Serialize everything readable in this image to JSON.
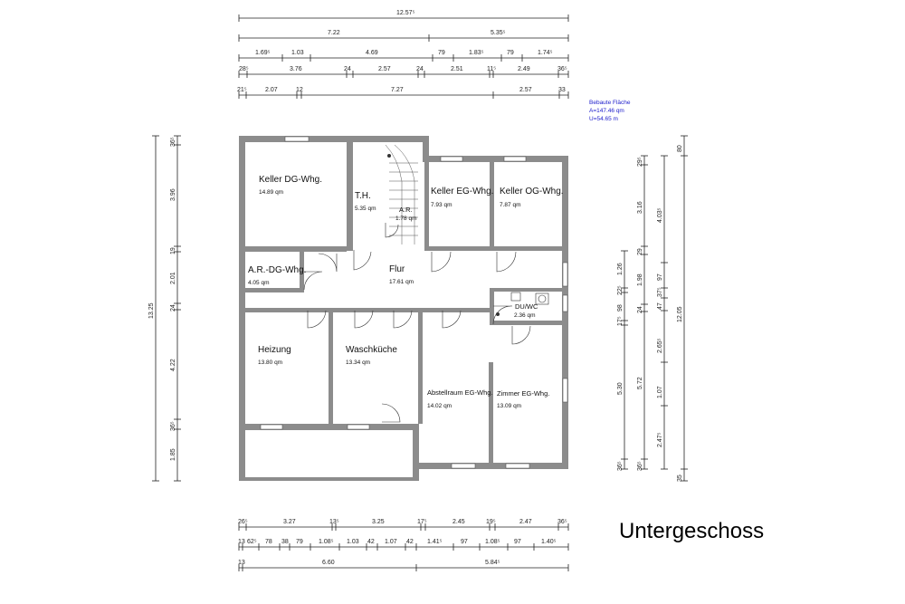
{
  "title": "Untergeschoss",
  "info": {
    "line1": "Bebaute Fläche",
    "line2": "A=147.46 qm",
    "line3": "U=54.65 m"
  },
  "rooms": [
    {
      "id": "keller-dg",
      "name": "Keller DG-Whg.",
      "area": "14.89 qm"
    },
    {
      "id": "th",
      "name": "T.H.",
      "area": "5.35 qm"
    },
    {
      "id": "ar-small",
      "name": "A.R.",
      "area": "1.78 qm"
    },
    {
      "id": "keller-eg",
      "name": "Keller EG-Whg.",
      "area": "7.93 qm"
    },
    {
      "id": "keller-og",
      "name": "Keller OG-Whg.",
      "area": "7.87 qm"
    },
    {
      "id": "ar-dg",
      "name": "A.R.-DG-Whg.",
      "area": "4.05 qm"
    },
    {
      "id": "flur",
      "name": "Flur",
      "area": "17.61 qm"
    },
    {
      "id": "duwc",
      "name": "DU/WC",
      "area": "2.36 qm"
    },
    {
      "id": "heizung",
      "name": "Heizung",
      "area": "13.80 qm"
    },
    {
      "id": "waschkueche",
      "name": "Waschküche",
      "area": "13.34 qm"
    },
    {
      "id": "abstellraum",
      "name": "Abstellraum EG-Whg.",
      "area": "14.02 qm"
    },
    {
      "id": "zimmer-eg",
      "name": "Zimmer EG-Whg.",
      "area": "13.09 qm"
    }
  ],
  "dims_top": {
    "row1": [
      "12.57⁵"
    ],
    "row2": [
      "7.22",
      "5.35⁵"
    ],
    "row3": [
      "1.69⁵",
      "1.03",
      "4.69",
      "79",
      "1.83⁵",
      "79",
      "1.74⁵"
    ],
    "row4": [
      "28⁵",
      "3.76",
      "24",
      "2.57",
      "24",
      "2.51",
      "11⁵",
      "2.49",
      "36⁵"
    ],
    "row5": [
      "21⁵",
      "2.07",
      "12",
      "7.27",
      "2.57",
      "33"
    ]
  },
  "dims_bottom": {
    "row1": [
      "26⁵",
      "3.27",
      "13⁵",
      "3.25",
      "17⁵",
      "2.45",
      "19⁵",
      "2.47",
      "36⁵"
    ],
    "row2": [
      "13",
      "62⁵",
      "78",
      "38",
      "79",
      "1.08⁵",
      "1.03",
      "42",
      "1.07",
      "42",
      "1.41⁵",
      "97",
      "1.08⁵",
      "97",
      "1.40⁵"
    ],
    "row3": [
      "13",
      "6.60",
      "5.84⁵"
    ]
  },
  "dims_left": {
    "row1": [
      "13.25"
    ],
    "row2": [
      "36⁵",
      "3.96",
      "19",
      "2.01",
      "24",
      "4.22",
      "36⁵",
      "1.85"
    ]
  },
  "dims_right": {
    "row1": [
      "29⁵",
      "3.16",
      "29",
      "1.98",
      "24",
      "5.72",
      "36⁵"
    ],
    "row2": [
      "1.26",
      "22⁵",
      "98",
      "17⁵",
      "5.30",
      "36⁵"
    ],
    "row3": [
      "4.03⁵",
      "97",
      "37⁵",
      "47",
      "2.65⁵",
      "1.07",
      "2.47⁵"
    ],
    "row4": [
      "80",
      "12.05",
      "35"
    ]
  }
}
